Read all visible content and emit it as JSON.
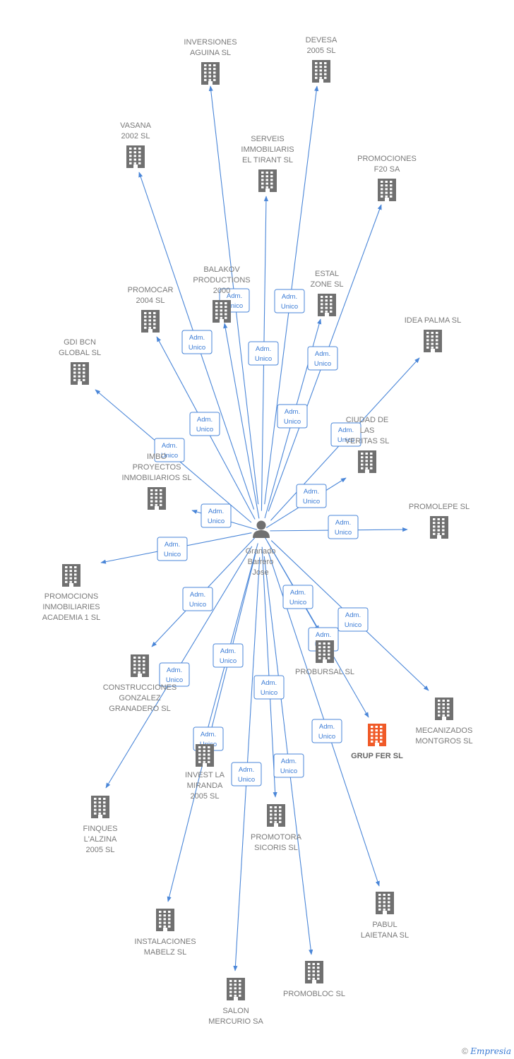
{
  "center": {
    "name_lines": [
      "Granado",
      "Barrero",
      "Jose"
    ],
    "icon": "person-icon"
  },
  "role_label_lines": [
    "Adm.",
    "Unico"
  ],
  "colors": {
    "edge": "#4a86d8",
    "building": "#707070",
    "highlight": "#f05a28",
    "label": "#7a7a7a"
  },
  "companies": [
    {
      "id": "inversiones-aguina",
      "lines": [
        "INVERSIONES",
        "AGUINA SL"
      ]
    },
    {
      "id": "devesa-2005",
      "lines": [
        "DEVESA",
        "2005 SL"
      ]
    },
    {
      "id": "vasana-2002",
      "lines": [
        "VASANA",
        "2002 SL"
      ]
    },
    {
      "id": "serveis-immobiliaris",
      "lines": [
        "SERVEIS",
        "IMMOBILIARIS",
        "EL TIRANT SL"
      ]
    },
    {
      "id": "promociones-f20",
      "lines": [
        "PROMOCIONES",
        "F20 SA"
      ]
    },
    {
      "id": "balakov-productions",
      "lines": [
        "BALAKOV",
        "PRODUCTIONS",
        "2000"
      ]
    },
    {
      "id": "estal-zone",
      "lines": [
        "ESTAL",
        "ZONE SL"
      ]
    },
    {
      "id": "promocar-2004",
      "lines": [
        "PROMOCAR",
        "2004 SL"
      ]
    },
    {
      "id": "idea-palma",
      "lines": [
        "IDEA PALMA SL"
      ]
    },
    {
      "id": "gdi-bcn-global",
      "lines": [
        "GDI BCN",
        "GLOBAL SL"
      ]
    },
    {
      "id": "ciudad-de-las-veritas",
      "lines": [
        "CIUDAD DE",
        "LAS",
        "VERITAS SL"
      ]
    },
    {
      "id": "imbo-proyectos",
      "lines": [
        "IMBO",
        "PROYECTOS",
        "INMOBILIARIOS SL"
      ]
    },
    {
      "id": "promolepe",
      "lines": [
        "PROMOLEPE SL"
      ]
    },
    {
      "id": "promocions-academia",
      "lines": [
        "PROMOCIONS",
        "INMOBILIARIES",
        "ACADEMIA 1 SL"
      ]
    },
    {
      "id": "construcciones-gonzalez",
      "lines": [
        "CONSTRUCCIONES",
        "GONZALEZ",
        "GRANADERO SL"
      ]
    },
    {
      "id": "probursal",
      "lines": [
        "PROBURSAL SL"
      ]
    },
    {
      "id": "mecanizados-montgros",
      "lines": [
        "MECANIZADOS",
        "MONTGROS SL"
      ]
    },
    {
      "id": "grup-fer",
      "lines": [
        "GRUP FER SL"
      ],
      "highlight": true
    },
    {
      "id": "invest-la-miranda",
      "lines": [
        "INVEST LA",
        "MIRANDA",
        "2005 SL"
      ]
    },
    {
      "id": "finques-lalzina",
      "lines": [
        "FINQUES",
        "L'ALZINA",
        "2005 SL"
      ]
    },
    {
      "id": "promotora-sicoris",
      "lines": [
        "PROMOTORA",
        "SICORIS SL"
      ]
    },
    {
      "id": "pabul-laietana",
      "lines": [
        "PABUL",
        "LAIETANA SL"
      ]
    },
    {
      "id": "instalaciones-mabelz",
      "lines": [
        "INSTALACIONES",
        "MABELZ SL"
      ]
    },
    {
      "id": "salon-mercurio",
      "lines": [
        "SALON",
        "MERCURIO SA"
      ]
    },
    {
      "id": "promobloc",
      "lines": [
        "PROMOBLOC SL"
      ]
    }
  ],
  "footer": {
    "copyright": "©",
    "brand": "Empresia"
  }
}
